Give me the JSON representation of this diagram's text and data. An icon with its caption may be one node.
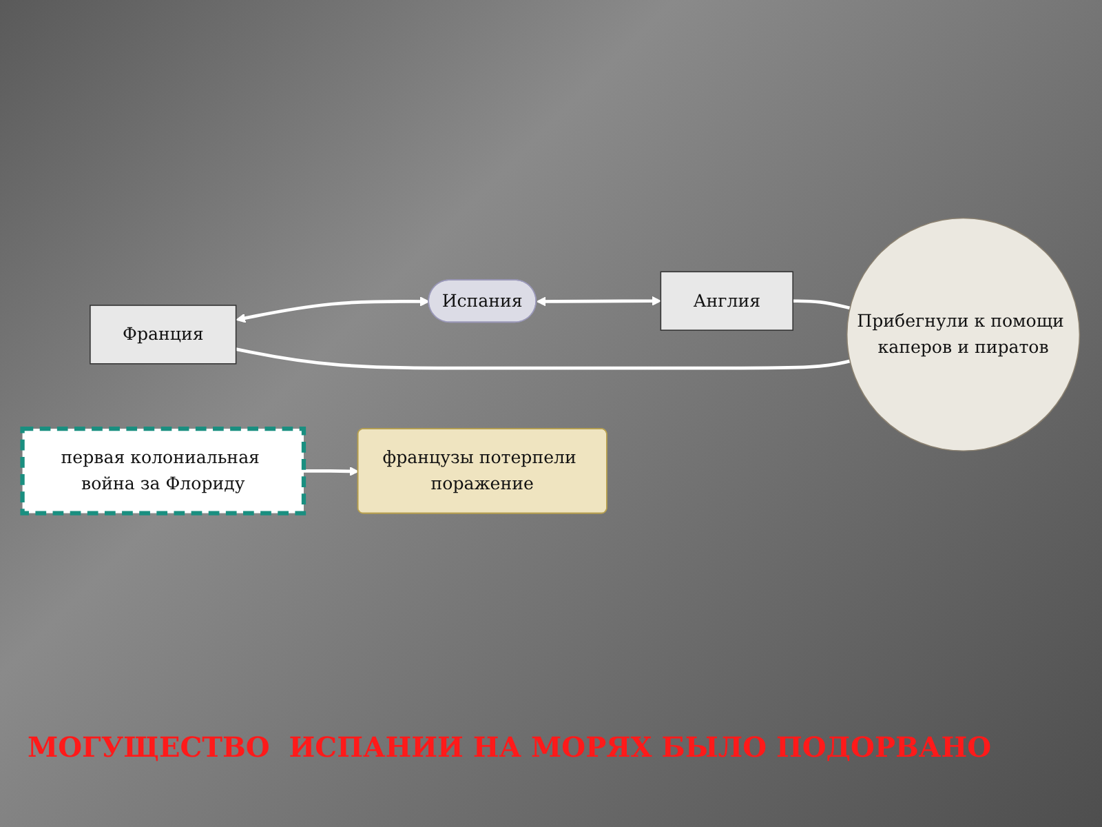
{
  "diagram": {
    "nodes": [
      {
        "text": [
          "Франция"
        ]
      },
      {
        "text": [
          "Испания"
        ]
      },
      {
        "text": [
          "Англия"
        ]
      },
      {
        "text": [
          "первая колониальная война за Флориду"
        ]
      },
      {
        "text": [
          "французы потерпели поражение"
        ]
      },
      {
        "text": [
          "Прибегнули к помощи каперов и пиратов"
        ]
      }
    ],
    "edges": [
      {
        "from": 0,
        "to": 1,
        "arrow": "both"
      },
      {
        "from": 1,
        "to": 2,
        "arrow": "both"
      },
      {
        "from": 3,
        "to": 4,
        "arrow": "to"
      },
      {
        "from": 0,
        "to": 5,
        "arrow": "none"
      },
      {
        "from": 2,
        "to": 5,
        "arrow": "none"
      }
    ],
    "labels": [
      "МОГУЩЕСТВО  ИСПАНИИ НА МОРЯХ БЫЛО ПОДОРВАНО"
    ]
  }
}
